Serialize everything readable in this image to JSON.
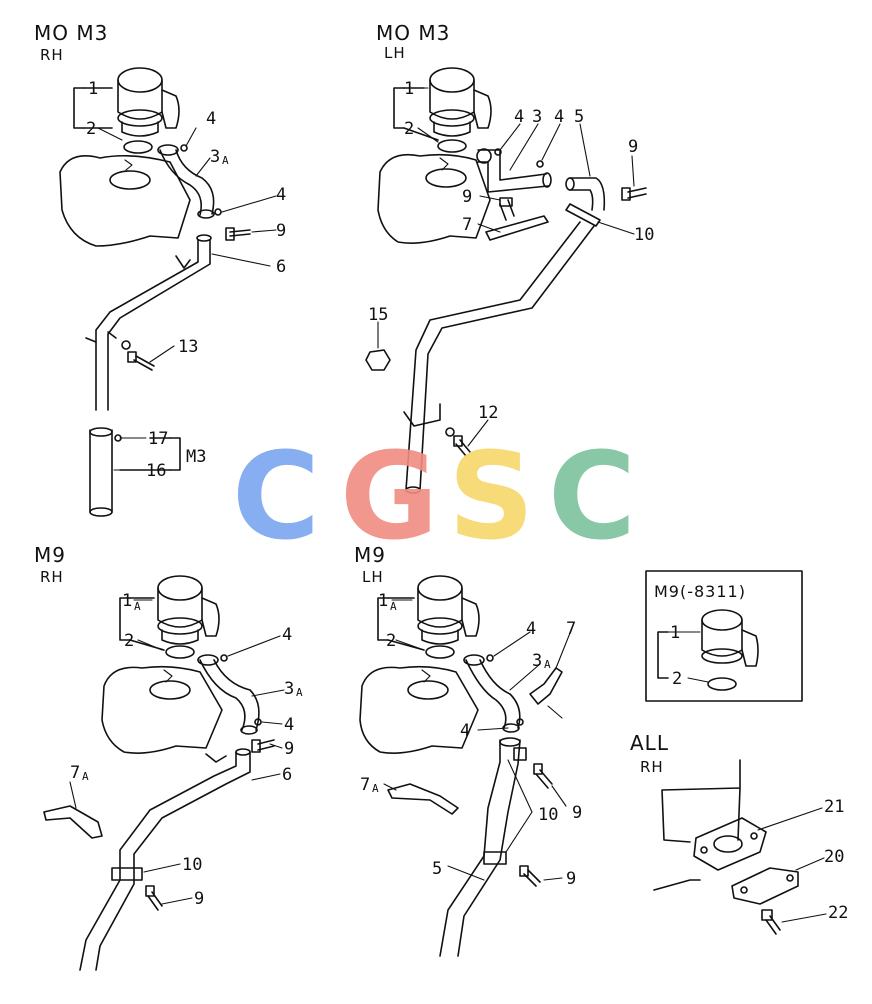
{
  "panels": {
    "top_left": {
      "title": "MO M3",
      "side": "RH"
    },
    "top_right": {
      "title": "MO M3",
      "side": "LH"
    },
    "bottom_left": {
      "title": "M9",
      "side": "RH"
    },
    "bottom_mid": {
      "title": "M9",
      "side": "LH"
    },
    "inset": {
      "title": "M9(-8311)"
    },
    "all": {
      "title": "ALL",
      "side": "RH"
    }
  },
  "callouts": {
    "tl": [
      "1",
      "2",
      "4",
      "3",
      "A",
      "4",
      "9",
      "6",
      "13",
      "17",
      "16",
      "M3"
    ],
    "tr": [
      "1",
      "2",
      "4",
      "3",
      "4",
      "5",
      "9",
      "9",
      "7",
      "10",
      "15",
      "12"
    ],
    "bl": [
      "1",
      "A",
      "2",
      "4",
      "3",
      "A",
      "4",
      "9",
      "6",
      "7",
      "A",
      "10",
      "9"
    ],
    "bm": [
      "1",
      "A",
      "2",
      "4",
      "7",
      "3",
      "A",
      "4",
      "7",
      "A",
      "9",
      "10",
      "5",
      "9"
    ],
    "inset": [
      "1",
      "2"
    ],
    "all": [
      "21",
      "20",
      "22"
    ]
  },
  "watermark": {
    "letters": [
      "C",
      "G",
      "S",
      "C"
    ],
    "colors": [
      "#7aa6f0",
      "#f08c82",
      "#f7d86a",
      "#7cc39e"
    ]
  }
}
